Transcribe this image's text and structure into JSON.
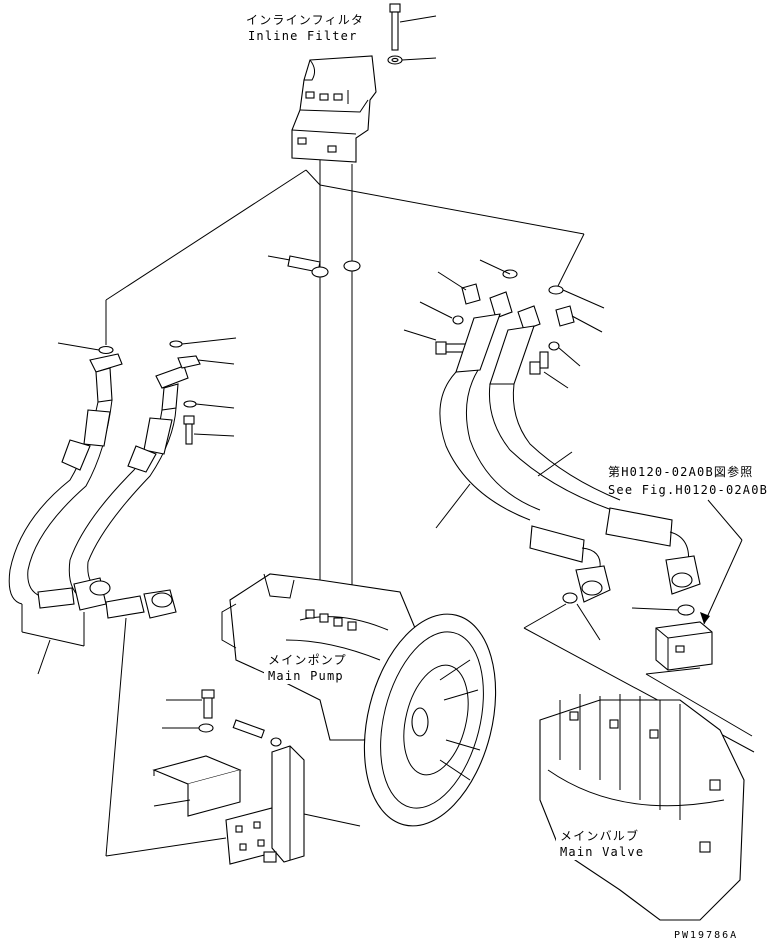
{
  "labels": {
    "inline_filter_jp": "インラインフィルタ",
    "inline_filter_en": "Inline Filter",
    "see_fig_jp": "第H0120-02A0B図参照",
    "see_fig_en": "See Fig.H0120-02A0B",
    "main_pump_jp": "メインポンプ",
    "main_pump_en": "Main Pump",
    "main_valve_jp": "メインバルブ",
    "main_valve_en": "Main Valve",
    "drawing_number": "PW19786A"
  }
}
